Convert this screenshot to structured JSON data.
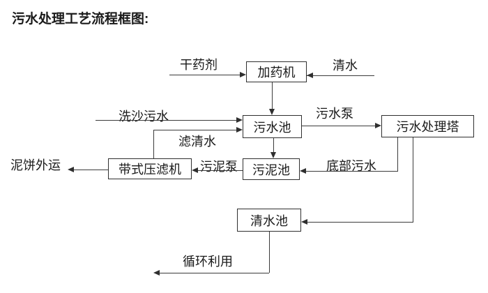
{
  "page": {
    "title": "污水处理工艺流程框图:"
  },
  "colors": {
    "background": "#ffffff",
    "line": "#3a3a3a",
    "box_border": "#2f2f2f",
    "text": "#1a1a1a"
  },
  "diagram": {
    "type": "flowchart",
    "nodes": [
      {
        "id": "dosing-machine",
        "label": "加药机"
      },
      {
        "id": "sewage-pool",
        "label": "污水池"
      },
      {
        "id": "sewage-treatment-tower",
        "label": "污水处理塔"
      },
      {
        "id": "sludge-pool",
        "label": "污泥池"
      },
      {
        "id": "belt-filter-press",
        "label": "带式压滤机"
      },
      {
        "id": "clean-water-pool",
        "label": "清水池"
      }
    ],
    "flow_labels": [
      {
        "id": "dry-chemical",
        "label": "干药剂",
        "from": "outside",
        "to": "dosing-machine"
      },
      {
        "id": "clean-water-in",
        "label": "清水",
        "from": "outside",
        "to": "dosing-machine"
      },
      {
        "id": "sand-washing-sewage",
        "label": "洗沙污水",
        "from": "outside",
        "to": "sewage-pool"
      },
      {
        "id": "filtered-water",
        "label": "滤清水",
        "from": "belt-filter-press",
        "to": "sewage-pool"
      },
      {
        "id": "sewage-pump",
        "label": "污水泵",
        "from": "sewage-pool",
        "to": "sewage-treatment-tower"
      },
      {
        "id": "bottom-sewage",
        "label": "底部污水",
        "from": "sewage-treatment-tower",
        "to": "sludge-pool"
      },
      {
        "id": "sludge-pump",
        "label": "污泥泵",
        "from": "sludge-pool",
        "to": "belt-filter-press"
      },
      {
        "id": "mud-cake-out",
        "label": "泥饼外运",
        "from": "belt-filter-press",
        "to": "outside"
      },
      {
        "id": "recycle-use",
        "label": "循环利用",
        "from": "clean-water-pool",
        "to": "outside"
      }
    ],
    "unlabeled_flows": [
      {
        "from": "dosing-machine",
        "to": "sewage-pool"
      },
      {
        "from": "sewage-pool",
        "to": "sludge-pool"
      },
      {
        "from": "sewage-treatment-tower",
        "to": "clean-water-pool"
      }
    ]
  }
}
